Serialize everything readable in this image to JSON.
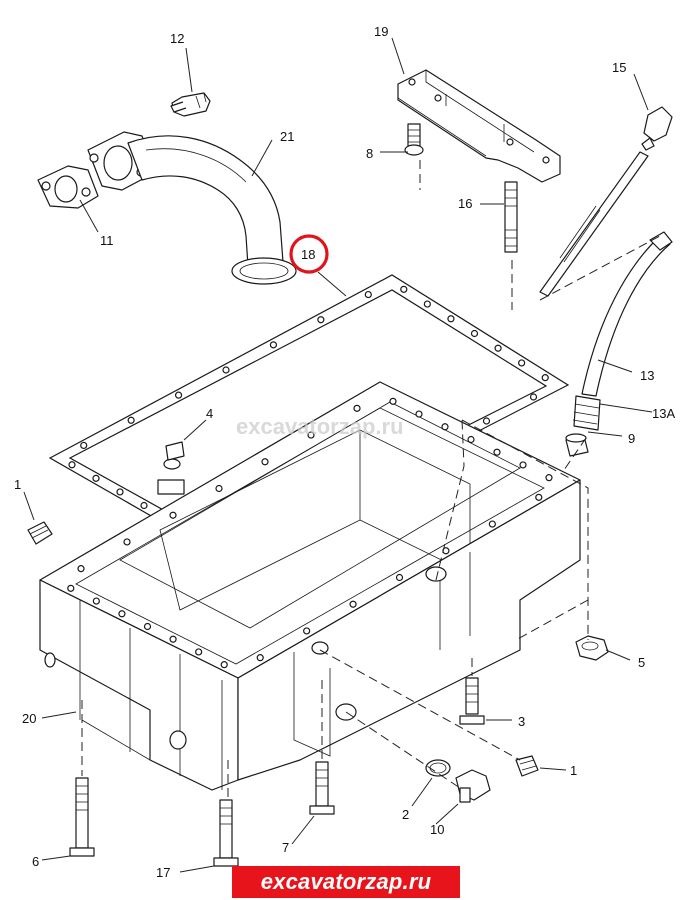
{
  "diagram": {
    "part_labels": [
      "12",
      "19",
      "15",
      "21",
      "8",
      "16",
      "11",
      "18",
      "13",
      "13A",
      "4",
      "9",
      "1",
      "5",
      "20",
      "3",
      "1",
      "2",
      "10",
      "7",
      "6",
      "17"
    ],
    "highlight_color": "#e0141b"
  },
  "watermark": {
    "text": "excavatorzap.ru"
  },
  "banner": {
    "text": "excavatorzap.ru",
    "background": "#e8141b",
    "text_color": "#ffffff"
  }
}
